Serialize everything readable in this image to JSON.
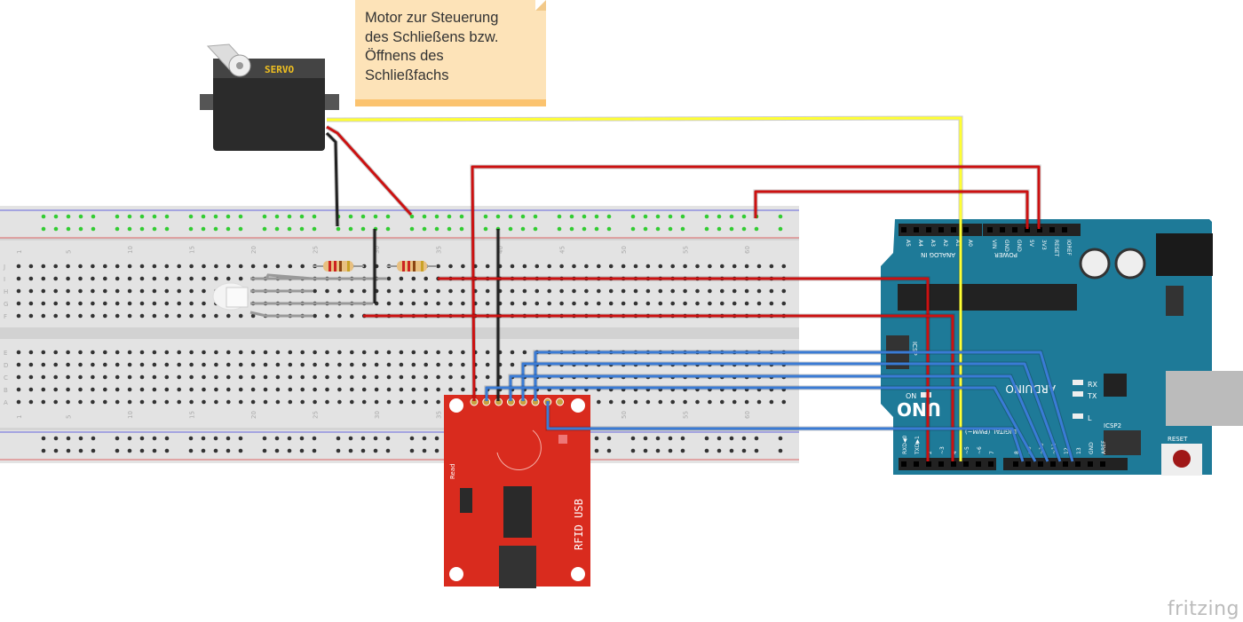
{
  "note": {
    "text": "Motor zur Steuerung\ndes Schließens bzw.\nÖffnens des\nSchließfachs"
  },
  "servo": {
    "label": "SERVO"
  },
  "breadboard": {
    "column_numbers": [
      "1",
      "5",
      "10",
      "15",
      "20",
      "25",
      "30",
      "35",
      "40",
      "45",
      "50",
      "55",
      "60"
    ],
    "rows_top": [
      "J",
      "I",
      "H",
      "G",
      "F"
    ],
    "rows_bottom": [
      "E",
      "D",
      "C",
      "B",
      "A"
    ]
  },
  "rfid": {
    "title": "RFID USB",
    "read_label": "Read"
  },
  "arduino": {
    "analog_label": "ANALOG IN",
    "analog_pins": [
      "A5",
      "A4",
      "A3",
      "A2",
      "A1",
      "A0"
    ],
    "power_label": "POWER",
    "power_pins": [
      "VIN",
      "GND",
      "GND",
      "5V",
      "3V3",
      "RESET",
      "IOREF"
    ],
    "digital_label": "DIGITAL (PWM~)",
    "digital_pins": [
      "RXD◀0",
      "TXD▶1",
      "2",
      "~3",
      "4",
      "~5",
      "~6",
      "7",
      "8",
      "~9",
      "~10",
      "~11",
      "12",
      "13",
      "GND",
      "AREF"
    ],
    "brand": "ARDUINO",
    "model": "UNO",
    "leds": [
      "RX",
      "TX",
      "L",
      "ON"
    ],
    "icsp": "ICSP",
    "icsp2": "ICSP2",
    "reset": "RESET",
    "board_color": "#1e7a98"
  },
  "wire_colors": {
    "signal": "#ffff33",
    "power": "#cc1111",
    "ground": "#222222",
    "data": "#3a7bd5"
  },
  "footer": {
    "logo": "fritzing"
  }
}
